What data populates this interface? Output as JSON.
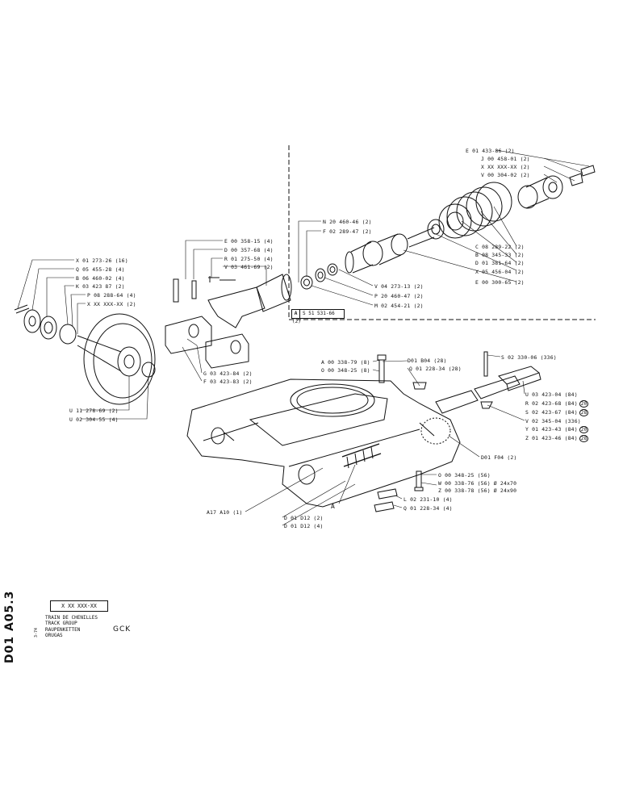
{
  "sheet": {
    "number": "D01 A05.3",
    "code": "X XX XXX-XX",
    "year": "3-74",
    "titles": [
      "TRAIN DE CHENILLES",
      "TRACK GROUP",
      "RAUPENKETTEN",
      "ORUGAS"
    ],
    "model": "GCK"
  },
  "reference_box": {
    "tag": "A",
    "text": "S 51 531-66 (2)"
  },
  "labels": {
    "l01": "E 01 433-86 (2)",
    "l02": "J 00 458-01 (2)",
    "l03": "X XX XXX-XX (2)",
    "l04": "V 00 304-02 (2)",
    "l05": "C 08 289-22 (2)",
    "l06": "B 08 345-33 (2)",
    "l07": "D 01 381-64 (2)",
    "l08": "X 05 456-04 (2)",
    "l09": "E 00 300-65 (2)",
    "l10": "N 20 460-46 (2)",
    "l11": "F 02 289-47 (2)",
    "l12": "V 04 273-13 (2)",
    "l13": "P 20 460-47 (2)",
    "l14": "M 02 454-21 (2)",
    "l15": "E 00 358-15 (4)",
    "l16": "D 00 357-68 (4)",
    "l17": "R 01 275-50 (4)",
    "l18": "V 03 461-69 (2)",
    "l19": "X 01 273-26 (16)",
    "l20": "Q 05 455-28 (4)",
    "l21": "B 06 460-02 (4)",
    "l22": "K 03 423 87 (2)",
    "l23": "P 08 288-64 (4)",
    "l24": "X XX XXX-XX (2)",
    "l25": "U 11 278-69 (2)",
    "l26": "U 02 304-55 (4)",
    "l27": "G 03 423-84 (2)",
    "l28": "F 03 423-83 (2)",
    "l29": "A 00 338-79 (8)",
    "l30": "O 00 348-25 (8)",
    "l31": "D01 B04 (28)",
    "l32": "Q 01 228-34 (28)",
    "l33": "S 02 330-06 (336)",
    "l34": "U 03 423-04 (84)",
    "l35": "R 02 423-68 (84)",
    "l36": "S 02 423-67 (84)",
    "l37": "V 02 345-04 (336)",
    "l38": "Y 01 423-43 (84)",
    "l39": "Z 01 423-46 (84)",
    "l40": "D01 F04 (2)",
    "l41": "O 00 348-25 (56)",
    "l42": "W 00 338-76 (56) Ø 24x70",
    "l43": "Z 00 338-78 (56) Ø 24x90",
    "l44": "L 02 231-10 (4)",
    "l45": "Q 01 228-34 (4)",
    "l46": "A17 A10 (1)",
    "l47": "D 01 D12 (2)",
    "l48": "D 01 D12 (4)",
    "l49": "A"
  },
  "circled": {
    "c1": "20",
    "c2": "28",
    "c3": "20",
    "c4": "28"
  }
}
